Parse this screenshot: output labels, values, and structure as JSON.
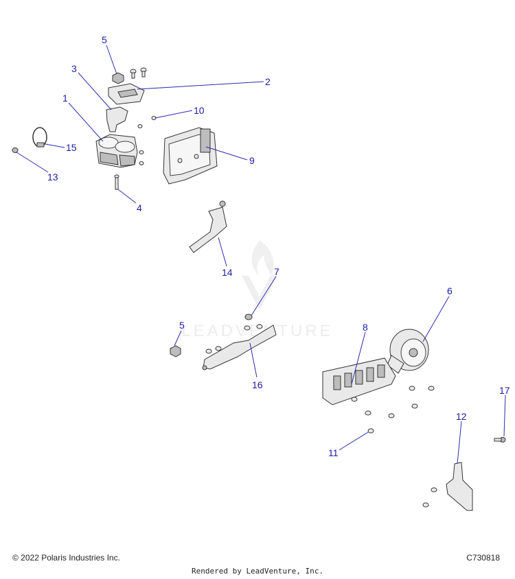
{
  "callouts": {
    "c5a": "5",
    "c3": "3",
    "c2": "2",
    "c1": "1",
    "c10": "10",
    "c15": "15",
    "c9": "9",
    "c13": "13",
    "c4": "4",
    "c14": "14",
    "c7": "7",
    "c6": "6",
    "c5b": "5",
    "c8": "8",
    "c16": "16",
    "c17": "17",
    "c12": "12",
    "c11": "11"
  },
  "watermark": {
    "text": "LEADVENTURE"
  },
  "footer": {
    "copyright": "© 2022 Polaris Industries Inc.",
    "diagram_code": "C730818",
    "rendered_by": "Rendered by LeadVenture, Inc."
  }
}
